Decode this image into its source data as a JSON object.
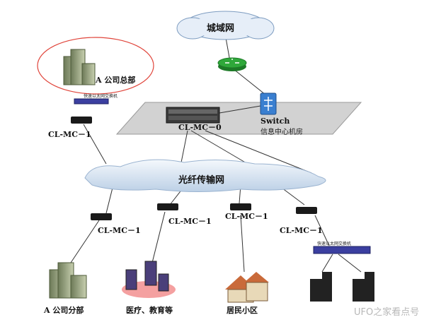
{
  "clouds": {
    "metro": "城域网",
    "fiber": "光纤传输网"
  },
  "hq": {
    "name": "A 公司总部",
    "converter_label": "CL-MC－1",
    "switch_caption": "快速以太网交换机"
  },
  "datacenter": {
    "converter_label": "CL-MC－0",
    "switch_label": "Switch",
    "room_label": "信息中心机房"
  },
  "branches": [
    {
      "converter_label": "CL-MC－1",
      "site_label": "A 公司分部"
    },
    {
      "converter_label": "CL-MC－1",
      "site_label": "医疗、教育等"
    },
    {
      "converter_label": "CL-MC－1",
      "site_label": "居民小区"
    },
    {
      "converter_label": "CL-MC－1",
      "switch_caption": "快速以太网交换机"
    }
  ],
  "watermark": "UFO之家看点号",
  "colors": {
    "router": "#2fa83a",
    "switch_blue": "#3a7fd0",
    "hq_ellipse": "#e0443a",
    "cloud_fill": "#dfeaf6",
    "platform": "#d4d4d4"
  }
}
